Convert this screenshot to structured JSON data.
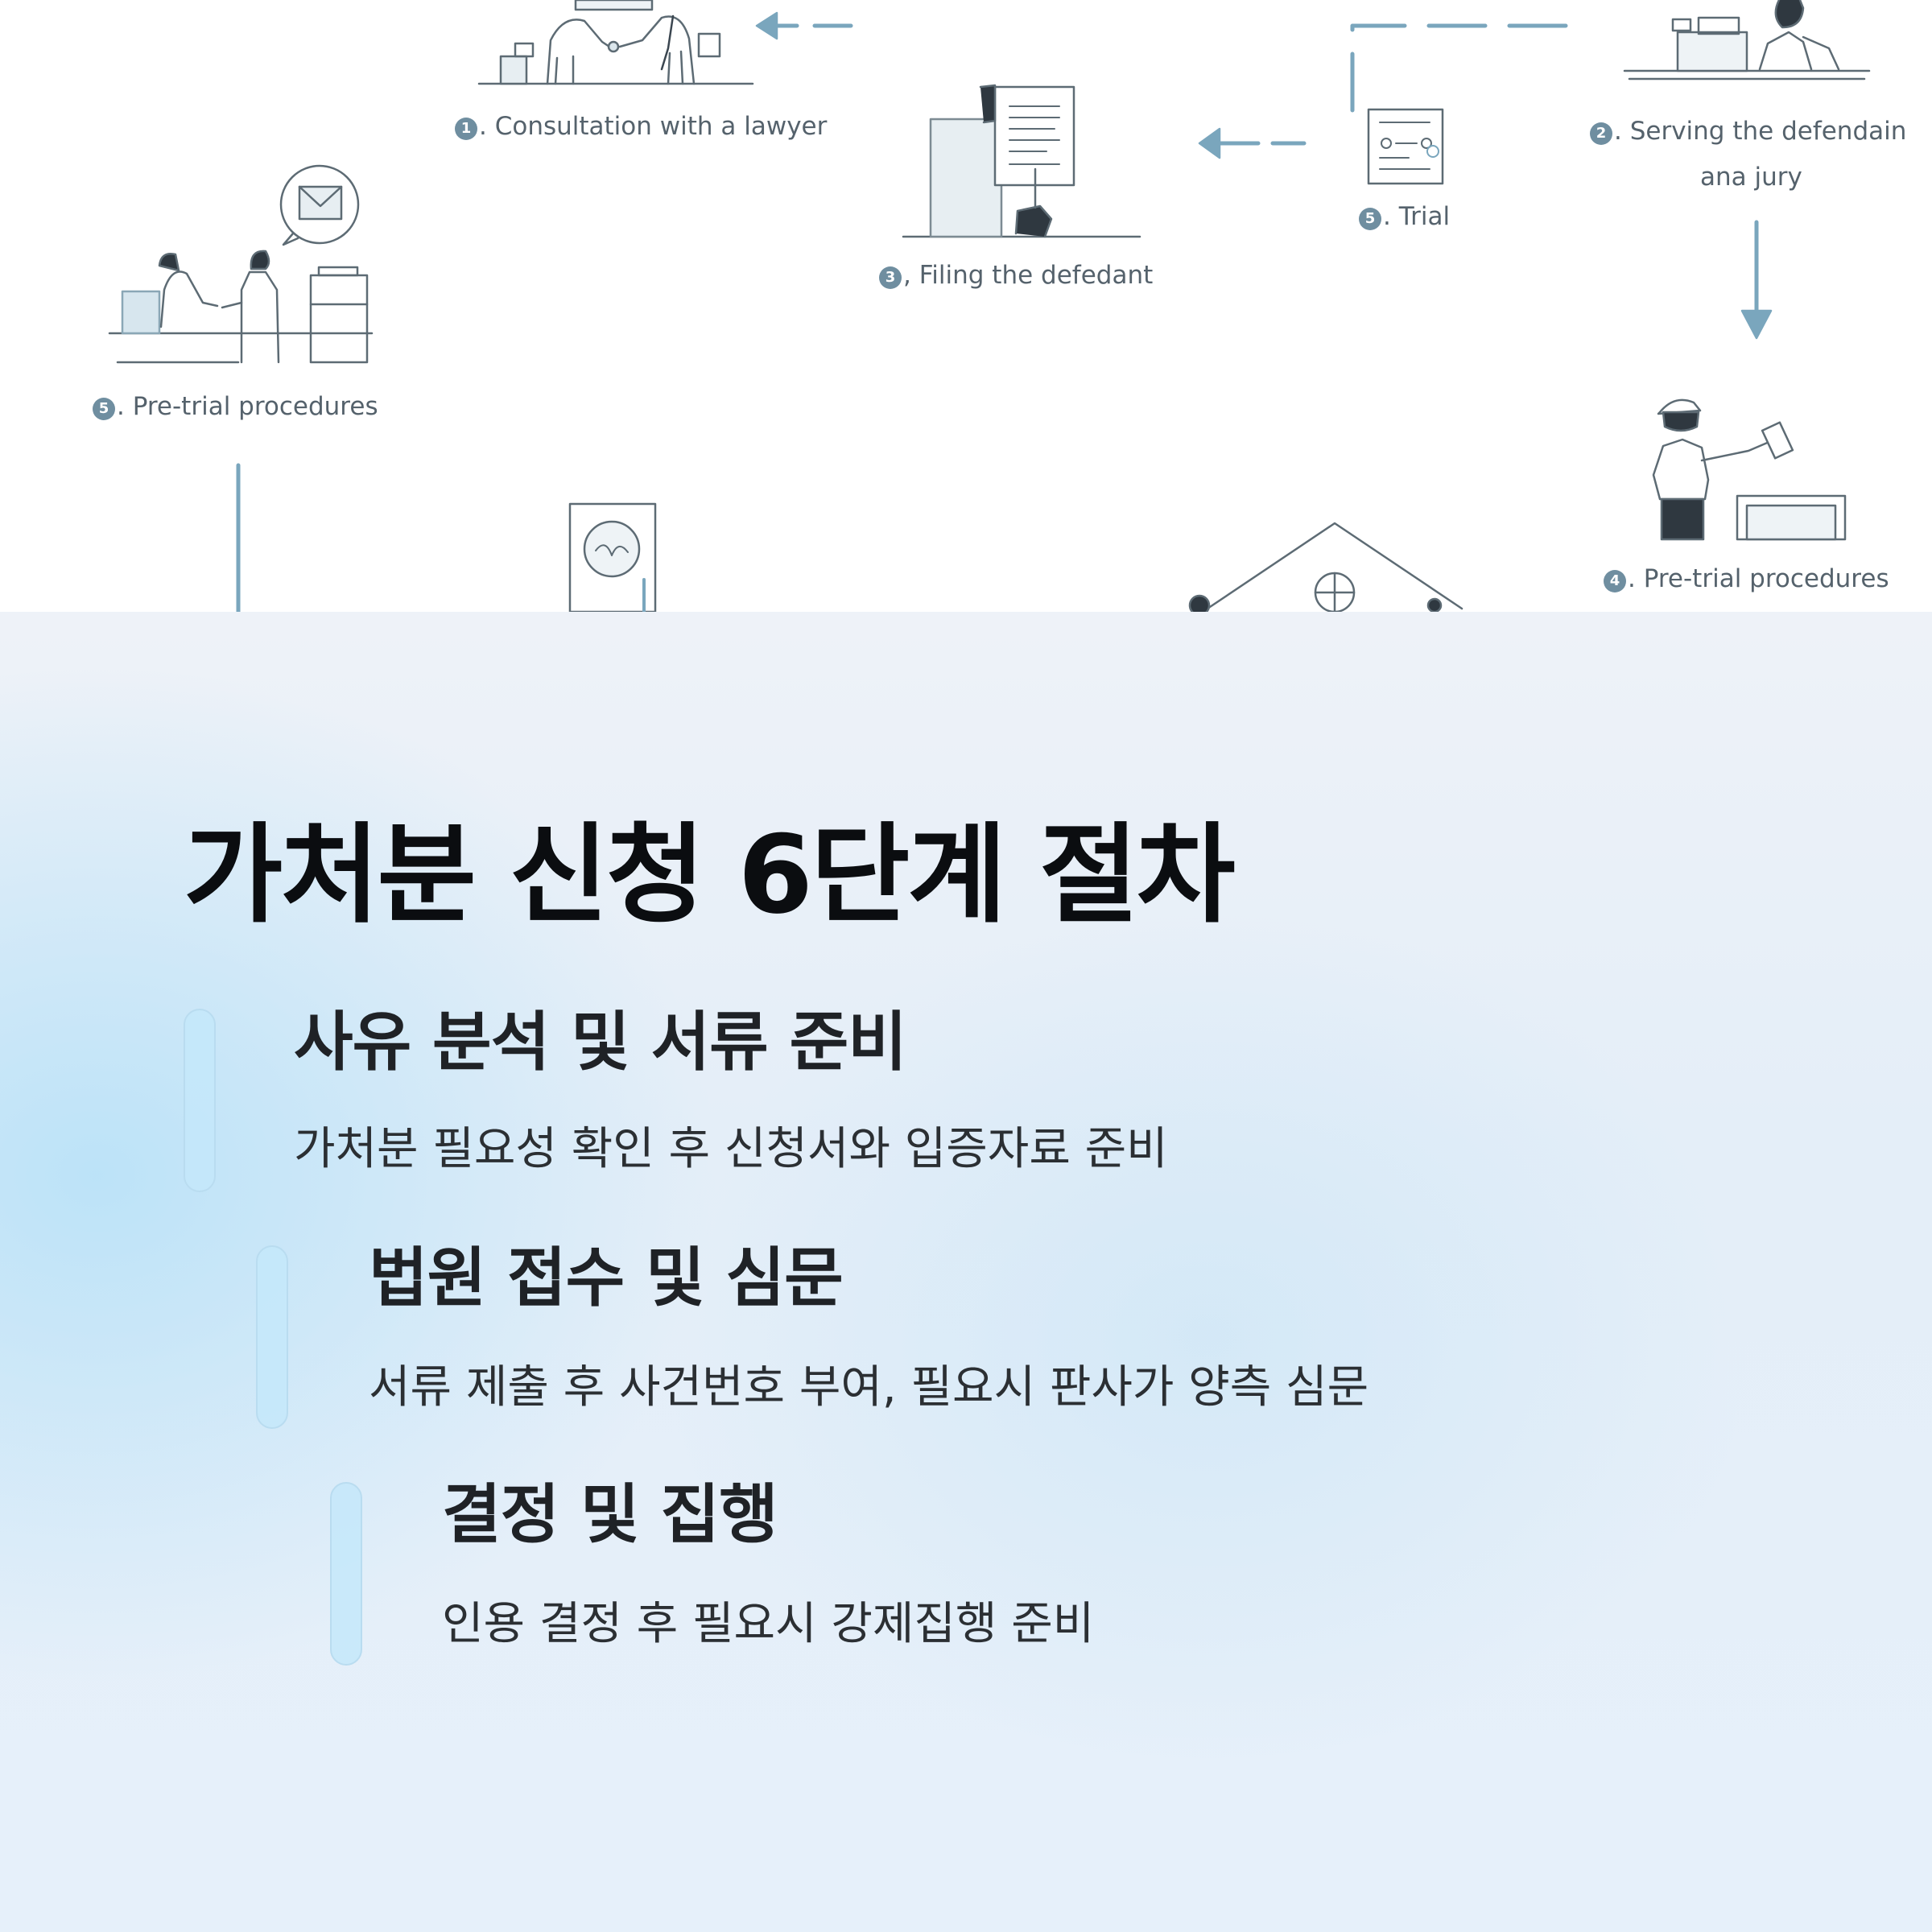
{
  "illustration": {
    "captions": [
      {
        "num": "1",
        "text": ". Consultation with a lawyer"
      },
      {
        "num": "2",
        "text": ". Serving the defendain",
        "line2": "ana jury"
      },
      {
        "num": "3",
        "text": ", Filing the defedant"
      },
      {
        "num": "5",
        "text": ". Trial"
      },
      {
        "num": "5",
        "text": ". Pre-trial procedures"
      },
      {
        "num": "4",
        "text": ". Pre-trial procedures"
      }
    ],
    "accent_color": "#7aa6bd"
  },
  "card": {
    "title": "가처분 신청 6단계 절차",
    "steps": [
      {
        "title": "사유 분석 및 서류 준비",
        "desc": "가처분 필요성 확인 후 신청서와 입증자료 준비"
      },
      {
        "title": "법원 접수 및 심문",
        "desc": "서류 제출 후 사건번호 부여, 필요시 판사가 양측 심문"
      },
      {
        "title": "결정 및 집행",
        "desc": "인용 결정 후 필요시 강제집행 준비"
      }
    ],
    "bar_color": "#c4e8fa"
  }
}
